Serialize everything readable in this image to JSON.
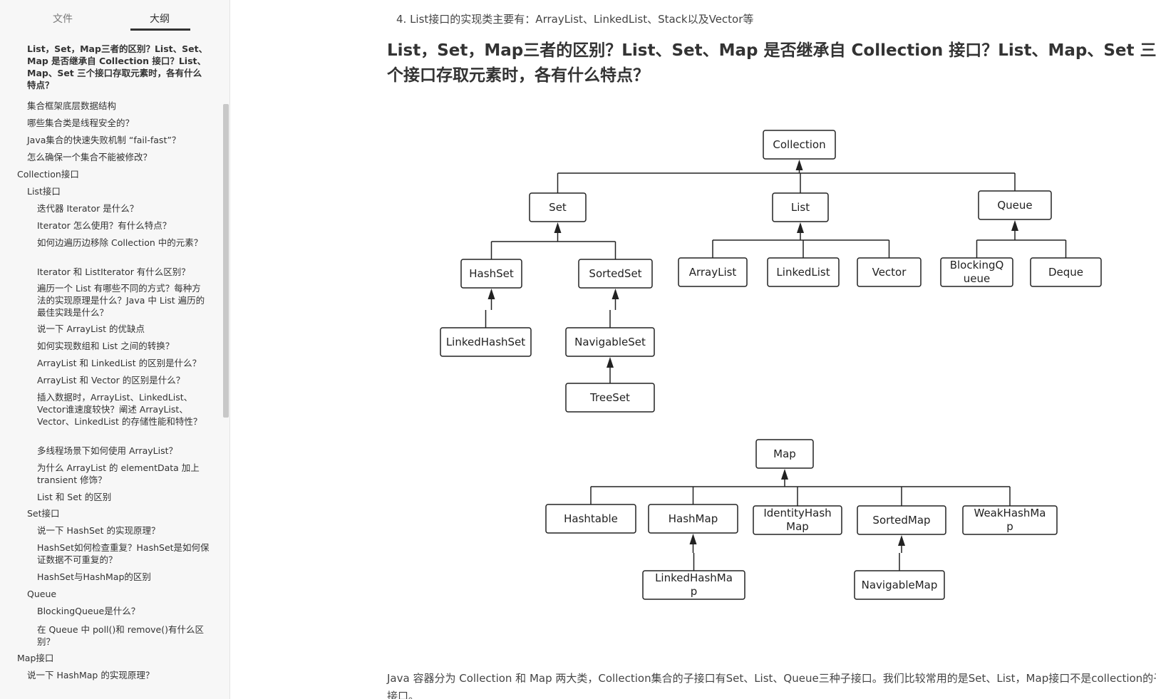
{
  "sidebar": {
    "tabs": [
      {
        "label": "文件",
        "active": false
      },
      {
        "label": "大纲",
        "active": true
      }
    ],
    "outline": [
      {
        "label": "List，Set，Map三者的区别？List、Set、Map 是否继承自 Collection 接口？List、Map、Set 三个接口存取元素时，各有什么特点？",
        "level": 2,
        "bold": true
      },
      {
        "label": "集合框架底层数据结构",
        "level": 2
      },
      {
        "label": "哪些集合类是线程安全的？",
        "level": 2
      },
      {
        "label": "Java集合的快速失败机制 “fail-fast”？",
        "level": 2
      },
      {
        "label": "怎么确保一个集合不能被修改？",
        "level": 2
      },
      {
        "label": "Collection接口",
        "level": 1
      },
      {
        "label": "List接口",
        "level": 2
      },
      {
        "label": "迭代器 Iterator 是什么？",
        "level": 3
      },
      {
        "label": "Iterator 怎么使用？有什么特点？",
        "level": 3
      },
      {
        "label": "如何边遍历边移除 Collection 中的元素？",
        "level": 3
      },
      {
        "label": "Iterator 和 ListIterator 有什么区别？",
        "level": 3
      },
      {
        "label": "遍历一个 List 有哪些不同的方式？每种方法的实现原理是什么？Java 中 List 遍历的最佳实践是什么？",
        "level": 3
      },
      {
        "label": "说一下 ArrayList 的优缺点",
        "level": 3
      },
      {
        "label": "如何实现数组和 List 之间的转换？",
        "level": 3
      },
      {
        "label": "ArrayList 和 LinkedList 的区别是什么？",
        "level": 3
      },
      {
        "label": "ArrayList 和 Vector 的区别是什么？",
        "level": 3
      },
      {
        "label": "插入数据时，ArrayList、LinkedList、Vector谁速度较快？阐述 ArrayList、Vector、LinkedList 的存储性能和特性？",
        "level": 3
      },
      {
        "label": "多线程场景下如何使用 ArrayList？",
        "level": 3
      },
      {
        "label": "为什么 ArrayList 的 elementData 加上 transient 修饰？",
        "level": 3
      },
      {
        "label": "List 和 Set 的区别",
        "level": 3
      },
      {
        "label": "Set接口",
        "level": 2
      },
      {
        "label": "说一下 HashSet 的实现原理？",
        "level": 3
      },
      {
        "label": "HashSet如何检查重复？HashSet是如何保证数据不可重复的？",
        "level": 3
      },
      {
        "label": "HashSet与HashMap的区别",
        "level": 3
      },
      {
        "label": "Queue",
        "level": 2
      },
      {
        "label": "BlockingQueue是什么？",
        "level": 3
      },
      {
        "label": "在 Queue 中 poll()和 remove()有什么区别？",
        "level": 3
      },
      {
        "label": "Map接口",
        "level": 1
      },
      {
        "label": "说一下 HashMap 的实现原理？",
        "level": 2
      }
    ],
    "corner_partial": "/ /"
  },
  "main": {
    "prev_line": "4. List接口的实现类主要有：ArrayList、LinkedList、Stack以及Vector等",
    "heading": "List，Set，Map三者的区别？List、Set、Map 是否继承自 Collection 接口？List、Map、Set 三个接口存取元素时，各有什么特点？",
    "bottom_para": "Java 容器分为 Collection 和 Map 两大类，Collection集合的子接口有Set、List、Queue三种子接口。我们比较常用的是Set、List，Map接口不是collection的子接口。"
  },
  "diagram": {
    "nodes": {
      "collection": [
        "Collection"
      ],
      "set": [
        "Set"
      ],
      "list": [
        "List"
      ],
      "queue": [
        "Queue"
      ],
      "hashset": [
        "HashSet"
      ],
      "sortedset": [
        "SortedSet"
      ],
      "arraylist": [
        "ArrayList"
      ],
      "linkedlist": [
        "LinkedList"
      ],
      "vector": [
        "Vector"
      ],
      "blockingqueue": [
        "BlockingQ",
        "ueue"
      ],
      "deque": [
        "Deque"
      ],
      "linkedhashset": [
        "LinkedHashSet"
      ],
      "navigableset": [
        "NavigableSet"
      ],
      "treeset": [
        "TreeSet"
      ],
      "map": [
        "Map"
      ],
      "hashtable": [
        "Hashtable"
      ],
      "hashmap": [
        "HashMap"
      ],
      "identityhashmap": [
        "IdentityHash",
        "Map"
      ],
      "sortedmap": [
        "SortedMap"
      ],
      "weakhashmap": [
        "WeakHashMa",
        "p"
      ],
      "linkedhashmap": [
        "LinkedHashMa",
        "p"
      ],
      "navigablemap": [
        "NavigableMap"
      ]
    },
    "edges": [
      [
        "set",
        "collection"
      ],
      [
        "list",
        "collection"
      ],
      [
        "queue",
        "collection"
      ],
      [
        "hashset",
        "set"
      ],
      [
        "sortedset",
        "set"
      ],
      [
        "arraylist",
        "list"
      ],
      [
        "linkedlist",
        "list"
      ],
      [
        "vector",
        "list"
      ],
      [
        "blockingqueue",
        "queue"
      ],
      [
        "deque",
        "queue"
      ],
      [
        "linkedhashset",
        "hashset"
      ],
      [
        "navigableset",
        "sortedset"
      ],
      [
        "treeset",
        "navigableset"
      ],
      [
        "hashtable",
        "map"
      ],
      [
        "hashmap",
        "map"
      ],
      [
        "identityhashmap",
        "map"
      ],
      [
        "sortedmap",
        "map"
      ],
      [
        "weakhashmap",
        "map"
      ],
      [
        "linkedhashmap",
        "hashmap"
      ],
      [
        "navigablemap",
        "sortedmap"
      ]
    ]
  }
}
